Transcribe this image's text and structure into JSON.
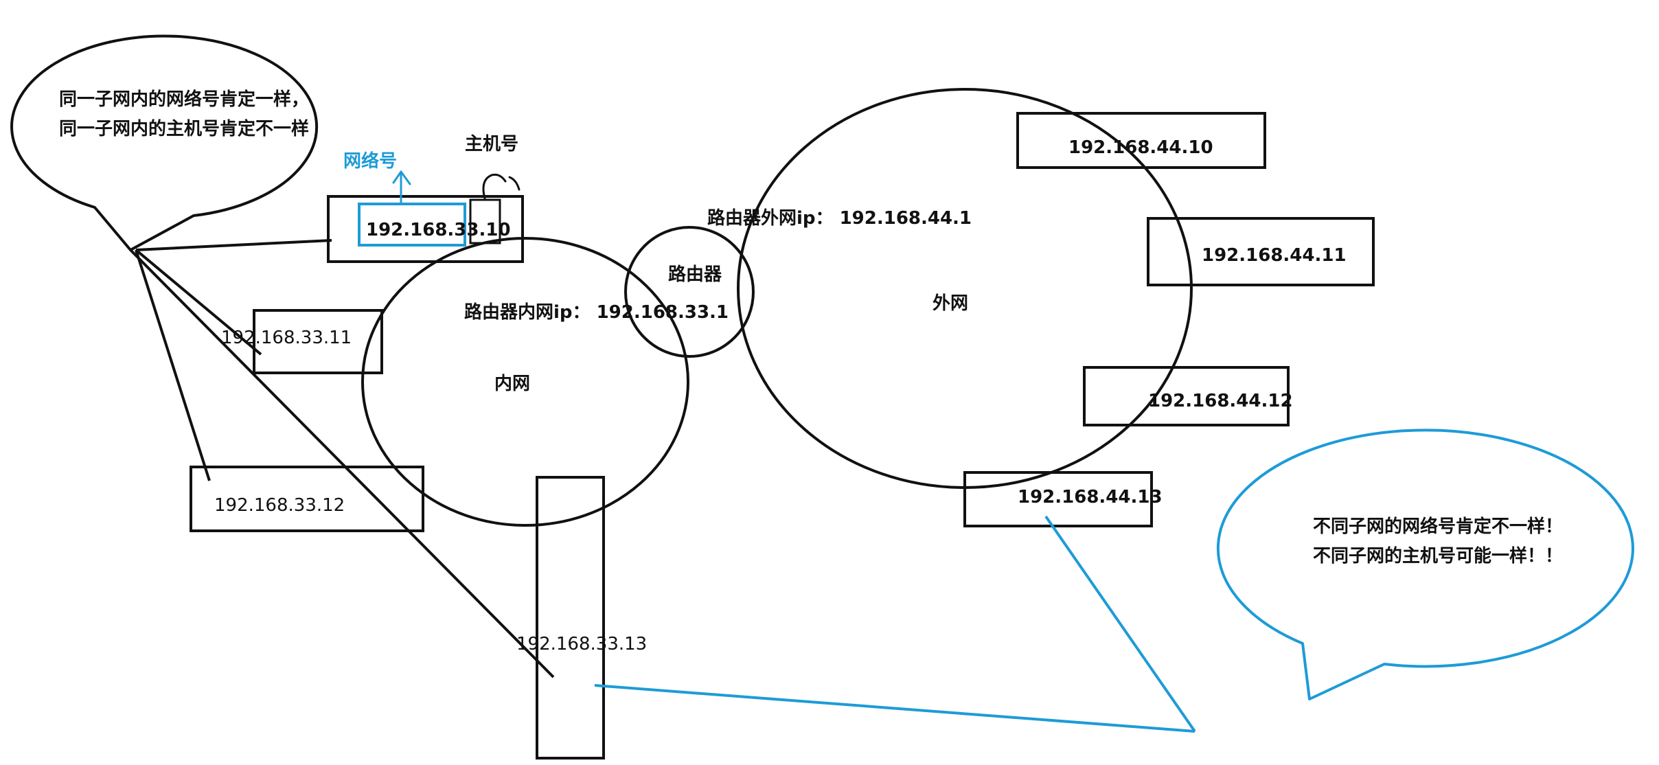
{
  "colors": {
    "ink": "#111111",
    "accent": "#1E9BD7",
    "background": "#FFFFFF"
  },
  "callout_left": {
    "line1": "同一子网内的网络号肯定一样，",
    "line2": "同一子网内的主机号肯定不一样"
  },
  "callout_right": {
    "line1": "不同子网的网络号肯定不一样！",
    "line2": "不同子网的主机号可能一样！！"
  },
  "annotations": {
    "network_part": "网络号",
    "host_part": "主机号",
    "router_inner_ip": "路由器内网ip：  192.168.33.1",
    "router_outer_ip": "路由器外网ip：  192.168.44.1"
  },
  "regions": {
    "inner": "内网",
    "router": "路由器",
    "outer": "外网"
  },
  "inner_hosts": {
    "h10": "192.168.33.10",
    "h11": "192.168.33.11",
    "h12": "192.168.33.12",
    "h13": "192.168.33.13"
  },
  "outer_hosts": {
    "h10": "192.168.44.10",
    "h11": "192.168.44.11",
    "h12": "192.168.44.12",
    "h13": "192.168.44.13"
  }
}
